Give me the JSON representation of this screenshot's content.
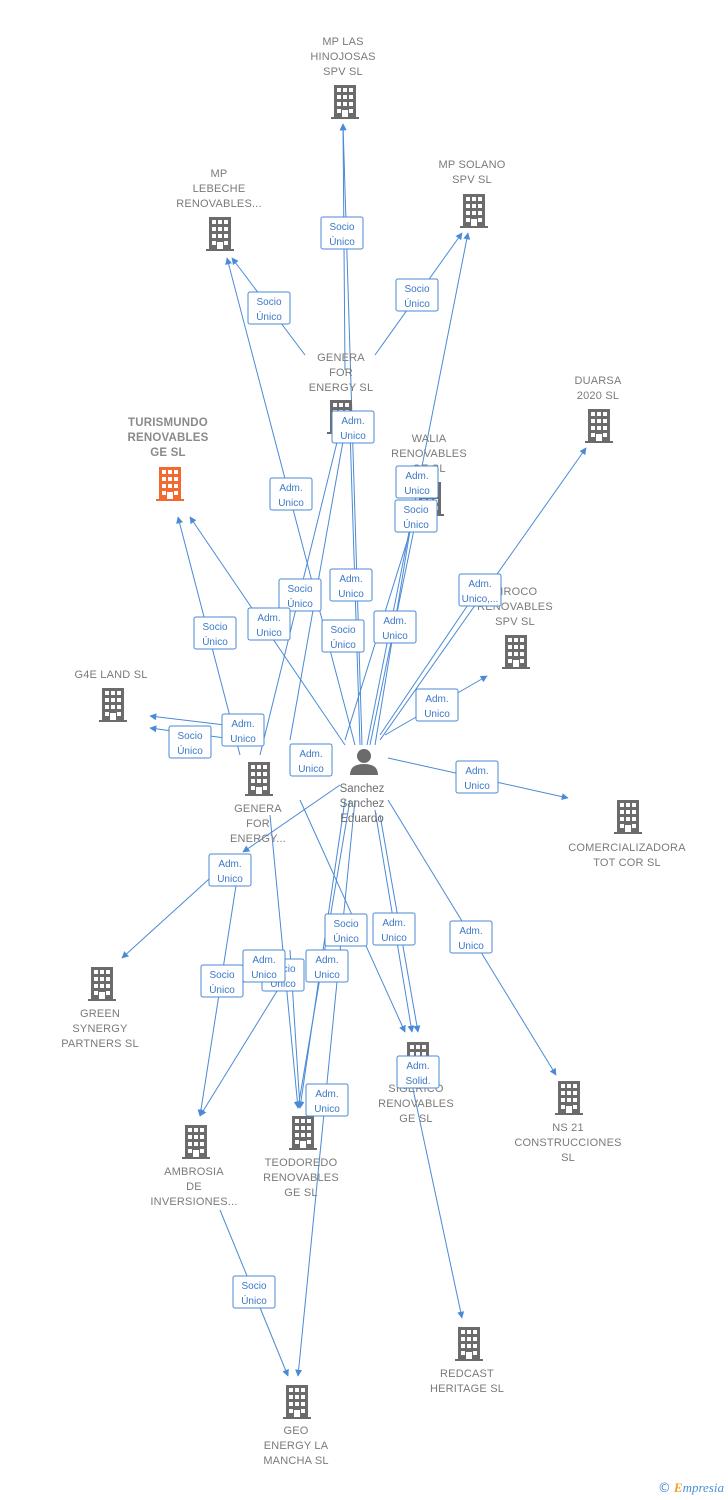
{
  "colors": {
    "edge": "#4a8ad6",
    "building": "#6b6b6b",
    "highlight": "#f26a2e",
    "person": "#6b6b6b"
  },
  "person": {
    "lines": [
      "Sanchez",
      "Sanchez",
      "Eduardo"
    ]
  },
  "nodes": [
    {
      "id": "hinojosas",
      "lines": [
        "MP LAS",
        "HINOJOSAS",
        "SPV SL"
      ]
    },
    {
      "id": "solano",
      "lines": [
        "MP SOLANO",
        "SPV SL"
      ]
    },
    {
      "id": "lebeche",
      "lines": [
        "MP",
        "LEBECHE",
        "RENOVABLES..."
      ]
    },
    {
      "id": "genera1",
      "lines": [
        "GENERA",
        "FOR",
        "ENERGY SL"
      ]
    },
    {
      "id": "duarsa",
      "lines": [
        "DUARSA",
        "2020 SL"
      ]
    },
    {
      "id": "turismundo",
      "lines": [
        "TURISMUNDO",
        "RENOVABLES",
        "GE SL"
      ],
      "highlight": true
    },
    {
      "id": "walia",
      "lines": [
        "WALIA",
        "RENOVABLES",
        "GE SL"
      ]
    },
    {
      "id": "siroco",
      "lines": [
        "SIROCO",
        "RENOVABLES",
        "SPV SL"
      ]
    },
    {
      "id": "g4e",
      "lines": [
        "G4E LAND SL"
      ]
    },
    {
      "id": "genera2",
      "lines": [
        "GENERA",
        "FOR",
        "ENERGY..."
      ]
    },
    {
      "id": "comercializadora",
      "lines": [
        "COMERCIALIZADORA",
        "TOT COR SL"
      ]
    },
    {
      "id": "green",
      "lines": [
        "GREEN",
        "SYNERGY",
        "PARTNERS SL"
      ]
    },
    {
      "id": "sigerico",
      "lines": [
        "SIGERICO",
        "RENOVABLES",
        "GE SL"
      ]
    },
    {
      "id": "ns21",
      "lines": [
        "NS 21",
        "CONSTRUCCIONES",
        "SL"
      ]
    },
    {
      "id": "ambrosia",
      "lines": [
        "AMBROSIA",
        "DE",
        "INVERSIONES..."
      ]
    },
    {
      "id": "teodoredo",
      "lines": [
        "TEODOREDO",
        "RENOVABLES",
        "GE SL"
      ]
    },
    {
      "id": "redcast",
      "lines": [
        "REDCAST",
        "HERITAGE SL"
      ]
    },
    {
      "id": "geo",
      "lines": [
        "GEO",
        "ENERGY LA",
        "MANCHA SL"
      ]
    }
  ],
  "edge_labels": [
    {
      "lines": [
        "Socio",
        "Único"
      ]
    },
    {
      "lines": [
        "Socio",
        "Único"
      ]
    },
    {
      "lines": [
        "Socio",
        "Único"
      ]
    },
    {
      "lines": [
        "Adm.",
        "Unico"
      ]
    },
    {
      "lines": [
        "Adm.",
        "Unico"
      ]
    },
    {
      "lines": [
        "Adm.",
        "Unico"
      ]
    },
    {
      "lines": [
        "Socio",
        "Único"
      ]
    },
    {
      "lines": [
        "Socio",
        "Único"
      ]
    },
    {
      "lines": [
        "Adm.",
        "Unico"
      ]
    },
    {
      "lines": [
        "Adm.",
        "Unico"
      ]
    },
    {
      "lines": [
        "Adm.",
        "Unico,..."
      ]
    },
    {
      "lines": [
        "Socio",
        "Único"
      ]
    },
    {
      "lines": [
        "Adm.",
        "Unico"
      ]
    },
    {
      "lines": [
        "Socio",
        "Único"
      ]
    },
    {
      "lines": [
        "Adm.",
        "Unico"
      ]
    },
    {
      "lines": [
        "Adm.",
        "Unico"
      ]
    },
    {
      "lines": [
        "Adm.",
        "Unico"
      ]
    },
    {
      "lines": [
        "Socio",
        "Único"
      ]
    },
    {
      "lines": [
        "Adm.",
        "Unico"
      ]
    },
    {
      "lines": [
        "Adm.",
        "Unico"
      ]
    },
    {
      "lines": [
        "Adm.",
        "Unico"
      ]
    },
    {
      "lines": [
        "Socio",
        "Único"
      ]
    },
    {
      "lines": [
        "Adm.",
        "Unico"
      ]
    },
    {
      "lines": [
        "Adm.",
        "Unico"
      ]
    },
    {
      "lines": [
        "Adm.",
        "Unico"
      ]
    },
    {
      "lines": [
        "Socio",
        "Único"
      ]
    },
    {
      "lines": [
        "Socio",
        "Único"
      ]
    },
    {
      "lines": [
        "Adm.",
        "Unico"
      ]
    },
    {
      "lines": [
        "Adm.",
        "Solid."
      ]
    },
    {
      "lines": [
        "Adm.",
        "Unico"
      ]
    },
    {
      "lines": [
        "Socio",
        "Único"
      ]
    }
  ],
  "footer": {
    "copyright": "©",
    "brand_initial": "E",
    "brand_rest": "mpresia"
  }
}
